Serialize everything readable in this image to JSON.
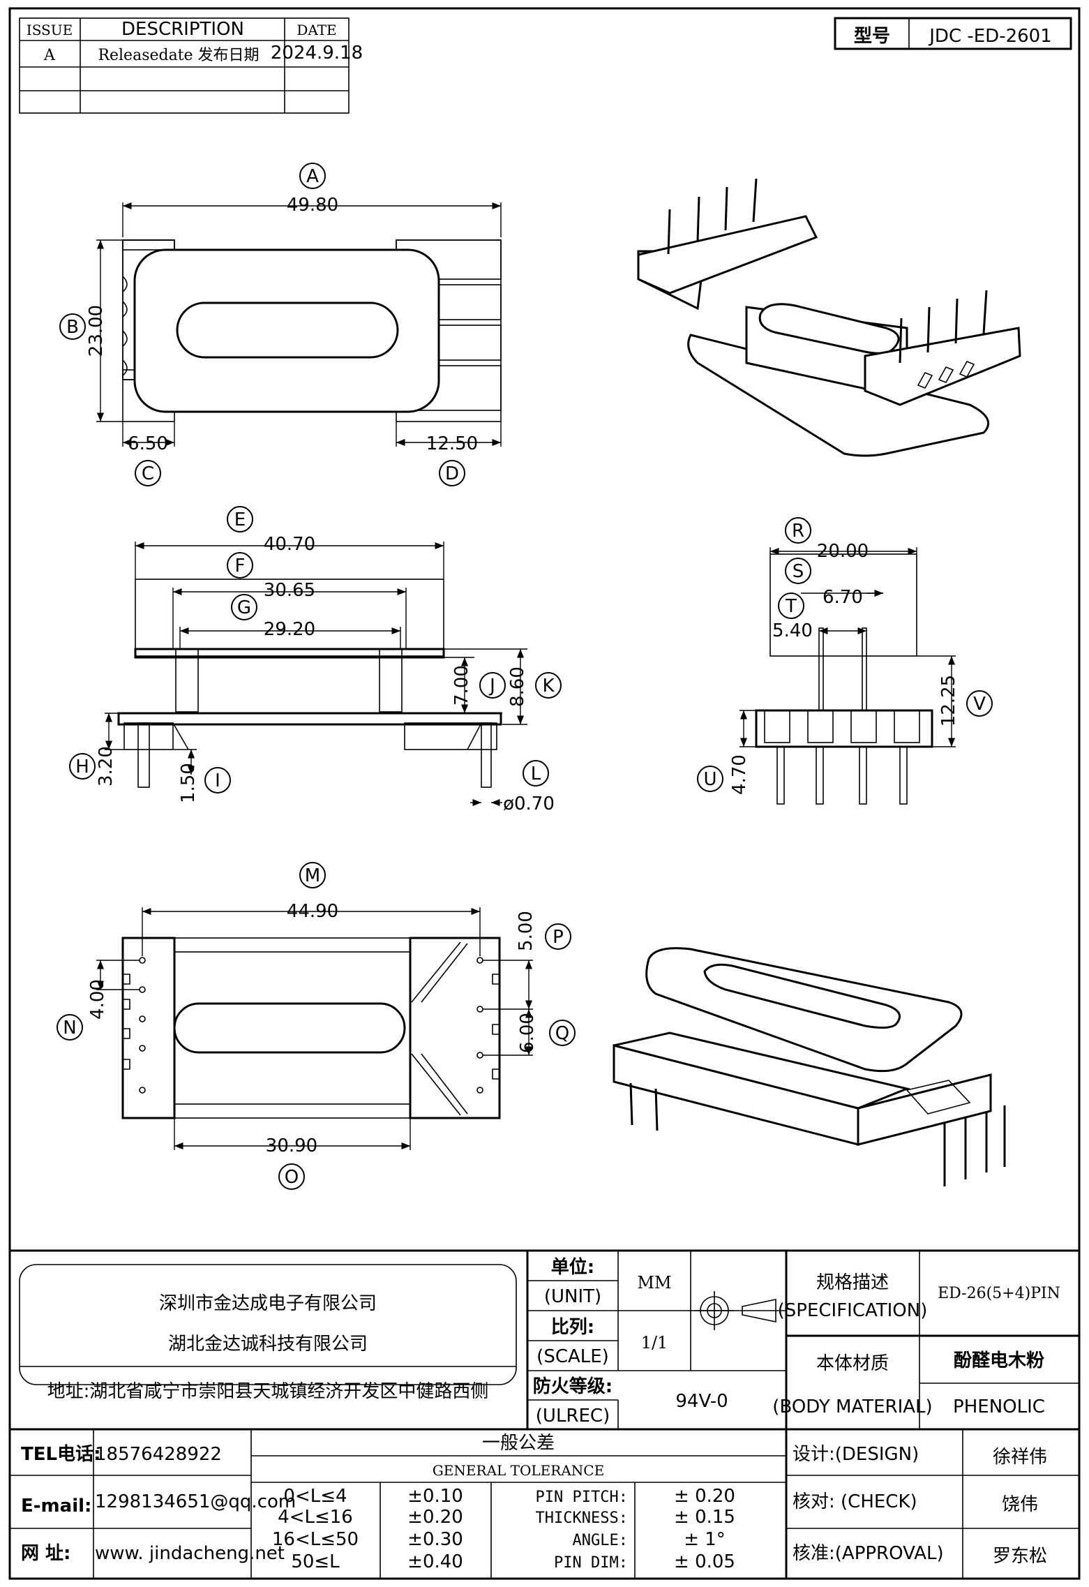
{
  "revision": {
    "headers": [
      "ISSUE",
      "DESCRIPTION",
      "DATE"
    ],
    "rows": [
      {
        "issue": "A",
        "description": "Releasedate 发布日期",
        "date": "2024.9.18"
      },
      {
        "issue": "",
        "description": "",
        "date": ""
      },
      {
        "issue": "",
        "description": "",
        "date": ""
      }
    ]
  },
  "model": {
    "label": "型号",
    "value": "JDC -ED-2601"
  },
  "dimensions": {
    "A": "49.80",
    "B": "23.00",
    "C": "6.50",
    "D": "12.50",
    "E": "40.70",
    "F": "30.65",
    "G": "29.20",
    "H": "3.20",
    "I": "1.50",
    "J": "7.00",
    "K": "8.60",
    "L": "ø0.70",
    "M": "44.90",
    "N": "4.00",
    "O": "30.90",
    "P": "5.00",
    "Q": "6.00",
    "R": "20.00",
    "S": "6.70",
    "T": "5.40",
    "U": "4.70",
    "V": "12.25"
  },
  "company": {
    "name1": "深圳市金达成电子有限公司",
    "name2": "湖北金达诚科技有限公司",
    "address": "地址:湖北省咸宁市崇阳县天城镇经济开发区中健路西侧"
  },
  "contact": {
    "tel_label": "TEL电话:",
    "tel": "18576428922",
    "email_label": "E-mail:",
    "email": "1298134651@qq.com",
    "web_label": "网  址:",
    "web": "www. jindacheng.net"
  },
  "specs": {
    "unit_cn": "单位:",
    "unit_en": "(UNIT)",
    "unit_value": "MM",
    "scale_cn": "比列:",
    "scale_en": "(SCALE)",
    "scale_value": "1/1",
    "fire_cn": "防火等级:",
    "fire_en": "(ULREC)",
    "fire_value": "94V-0",
    "spec_cn": "规格描述",
    "spec_en": "(SPECIFICATION)",
    "spec_value": "ED-26(5+4)PIN",
    "material_cn": "本体材质",
    "material_en": "(BODY MATERIAL)",
    "material_value_cn": "酚醛电木粉",
    "material_value_en": "PHENOLIC"
  },
  "tolerance": {
    "title_cn": "一般公差",
    "title_en": "GENERAL TOLERANCE",
    "ranges": [
      {
        "range": "0<L≤4",
        "tol": "±0.10"
      },
      {
        "range": "4<L≤16",
        "tol": "±0.20"
      },
      {
        "range": "16<L≤50",
        "tol": "±0.30"
      },
      {
        "range": "50≤L",
        "tol": "±0.40"
      }
    ],
    "items": [
      {
        "name": "PIN PITCH:",
        "tol": "± 0.20"
      },
      {
        "name": "THICKNESS:",
        "tol": "± 0.15"
      },
      {
        "name": "ANGLE:",
        "tol": "± 1°"
      },
      {
        "name": "PIN DIM:",
        "tol": "± 0.05"
      }
    ]
  },
  "signoff": {
    "design_label": "设计:(DESIGN)",
    "design": "徐祥伟",
    "check_label": "核对: (CHECK)",
    "check": "饶伟",
    "approval_label": "核准:(APPROVAL)",
    "approval": "罗东松"
  }
}
